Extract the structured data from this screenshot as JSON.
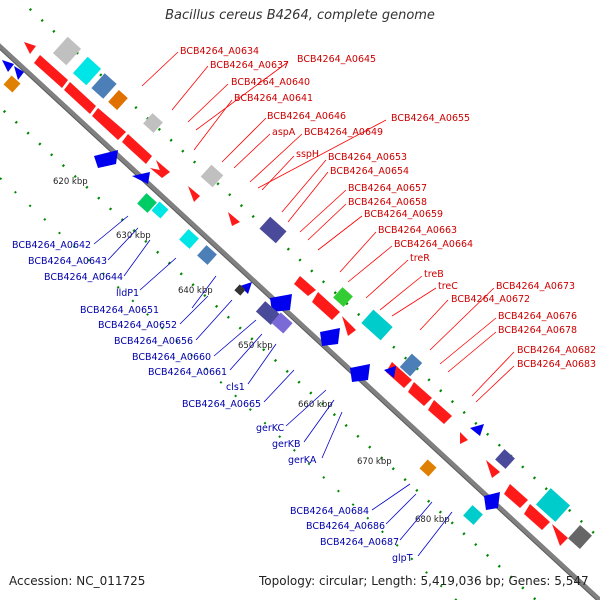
{
  "title": "Bacillus cereus B4264, complete genome",
  "footer": {
    "accession": "Accession: NC_011725",
    "topology": "Topology: circular; Length: 5,419,036 bp; Genes: 5,547"
  },
  "colors": {
    "forward": "#ff0000",
    "reverse": "#0000ee",
    "backbone": "#808080",
    "tick": "#008800",
    "label_forward": "#cc0000",
    "label_reverse": "#0000aa"
  },
  "scale_ticks": [
    "620 kbp",
    "630 kbp",
    "640 kbp",
    "650 kbp",
    "660 kbp",
    "670 kbp",
    "680 kbp"
  ],
  "forward_labels": [
    "BCB4264_A0634",
    "BCB4264_A0637",
    "BCB4264_A0645",
    "BCB4264_A0640",
    "BCB4264_A0641",
    "BCB4264_A0646",
    "aspA",
    "BCB4264_A0649",
    "BCB4264_A0655",
    "sspH",
    "BCB4264_A0653",
    "BCB4264_A0654",
    "BCB4264_A0657",
    "BCB4264_A0658",
    "BCB4264_A0659",
    "BCB4264_A0663",
    "BCB4264_A0664",
    "treR",
    "treB",
    "treC",
    "BCB4264_A0673",
    "BCB4264_A0672",
    "BCB4264_A0676",
    "BCB4264_A0678",
    "BCB4264_A0682",
    "BCB4264_A0683"
  ],
  "reverse_labels": [
    "BCB4264_A0642",
    "BCB4264_A0643",
    "BCB4264_A0644",
    "lldP1",
    "BCB4264_A0651",
    "BCB4264_A0652",
    "BCB4264_A0656",
    "BCB4264_A0660",
    "BCB4264_A0661",
    "cls1",
    "BCB4264_A0665",
    "gerKC",
    "gerKB",
    "gerKA",
    "BCB4264_A0684",
    "BCB4264_A0686",
    "BCB4264_A0687",
    "glpT"
  ]
}
